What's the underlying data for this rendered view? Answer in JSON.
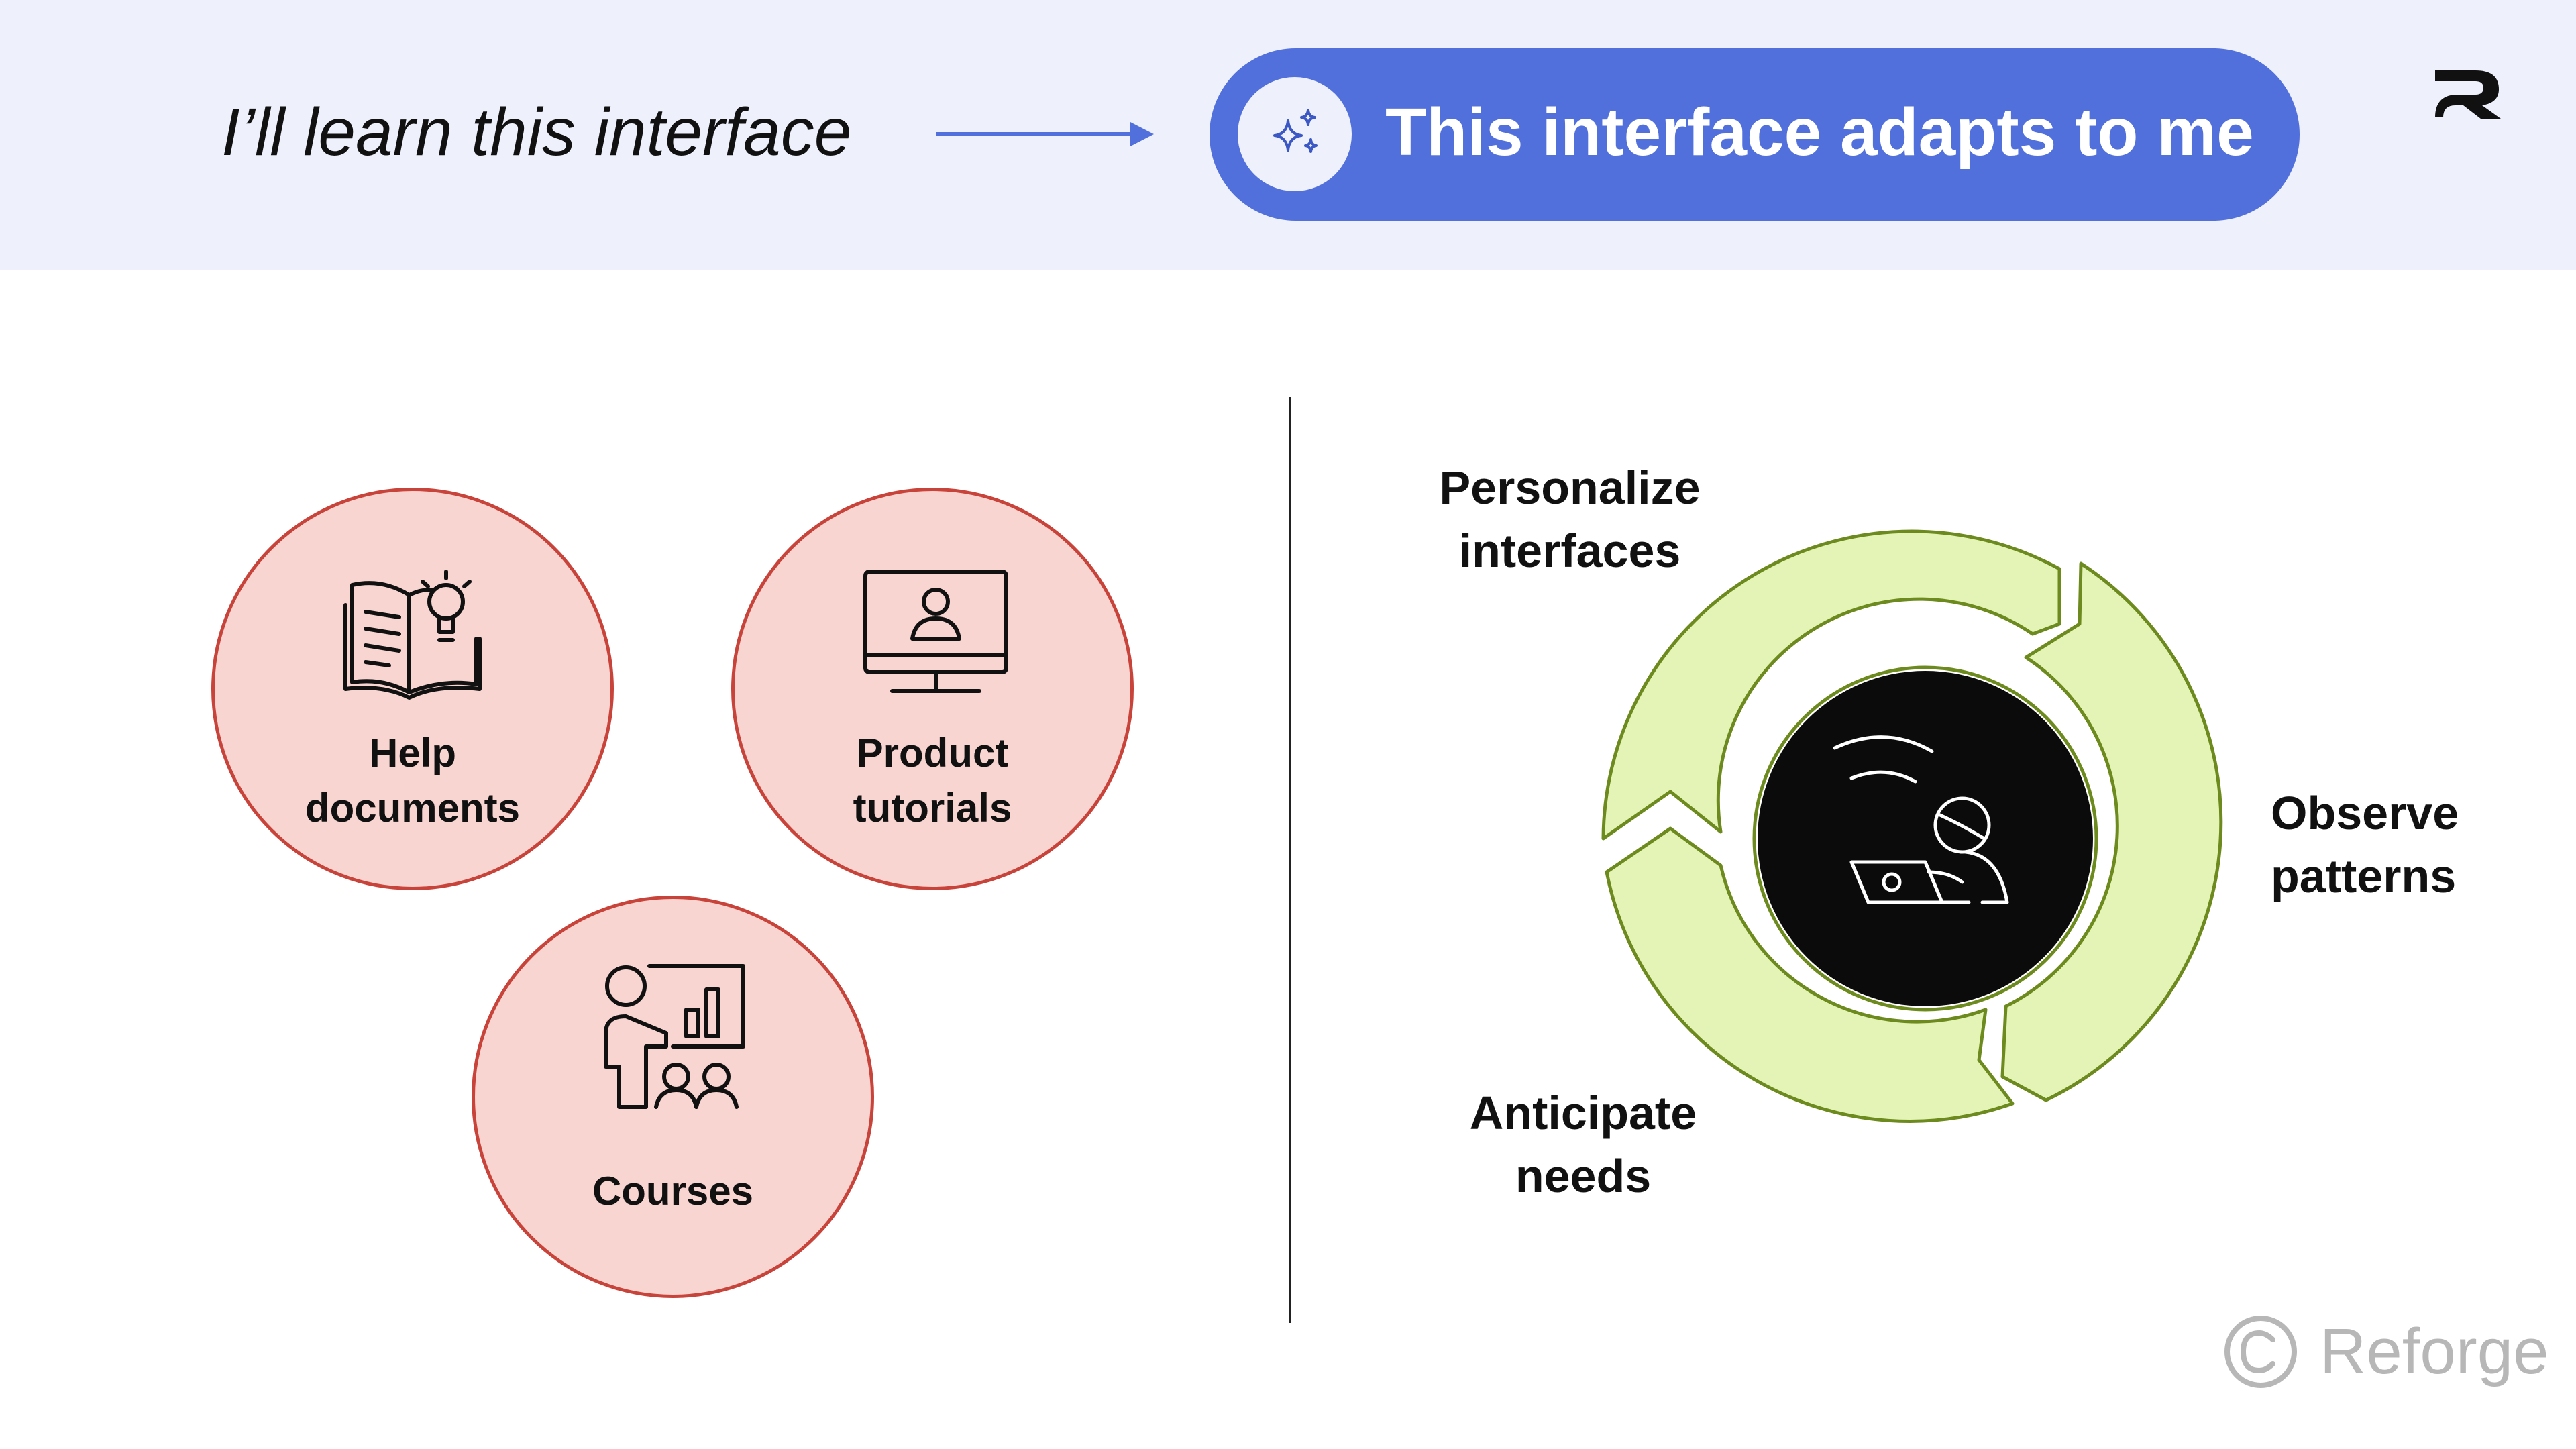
{
  "header": {
    "before_text": "I’ll learn this interface",
    "after_text": "This interface adapts to me",
    "accent_color": "#5170dc",
    "background_color": "#eef1fc",
    "sparkle_icon": "sparkles-icon",
    "brand_icon": "reforge-mark-icon"
  },
  "learning_resources": [
    {
      "label": "Help\ndocuments",
      "icon": "book-lightbulb-icon"
    },
    {
      "label": "Product\ntutorials",
      "icon": "monitor-person-icon"
    },
    {
      "label": "Courses",
      "icon": "presenter-chart-icon"
    }
  ],
  "adaptive_cycle": {
    "steps": [
      {
        "label": "Personalize\ninterfaces"
      },
      {
        "label": "Observe\npatterns"
      },
      {
        "label": "Anticipate\nneeds"
      }
    ],
    "center_icon": "person-laptop-wifi-icon",
    "ring_color": "#e4f4b6",
    "ring_stroke": "#6d8a1f"
  },
  "footer": {
    "brand": "Reforge",
    "logo_icon": "reforge-copyright-icon"
  }
}
